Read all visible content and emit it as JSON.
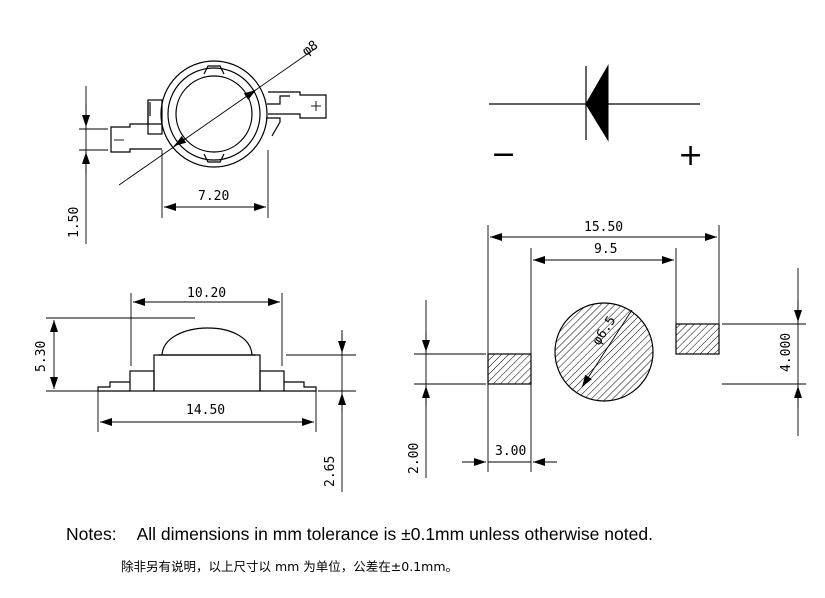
{
  "dimensions": {
    "diameter_8": "φ8",
    "lens_width": "7.20",
    "lead_width": "1.50",
    "lens_span": "10.20",
    "height": "5.30",
    "body_length": "14.50",
    "standoff": "2.65",
    "pad_pitch": "15.50",
    "pad_inner": "9.5",
    "pad_diameter": "φ6.5",
    "pad_height": "4.000",
    "pad_length": "3.00",
    "pad_width": "2.00"
  },
  "symbols": {
    "minus": "−",
    "plus": "+"
  },
  "notes": {
    "label": "Notes:",
    "english": "All dimensions in mm tolerance is ±0.1mm unless otherwise noted.",
    "chinese": "除非另有说明，以上尺寸以 mm 为单位，公差在±0.1mm。"
  }
}
